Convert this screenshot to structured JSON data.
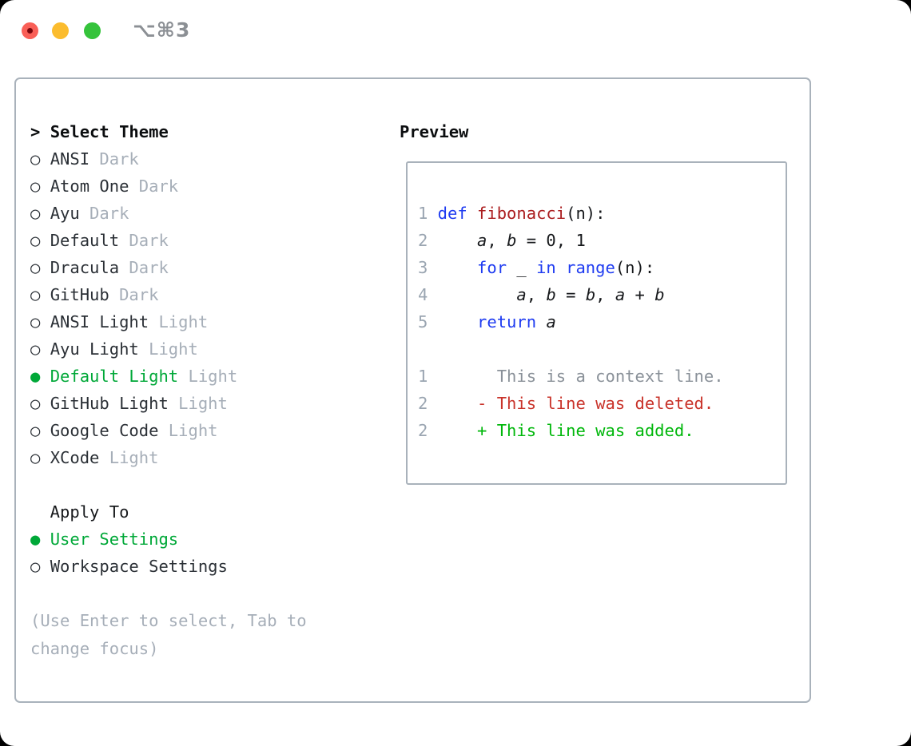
{
  "window": {
    "title_shortcut": "⌥⌘3",
    "traffic_lights": [
      {
        "name": "close-button",
        "color": "#f95f57"
      },
      {
        "name": "minimize-button",
        "color": "#fbbc2e"
      },
      {
        "name": "zoom-button",
        "color": "#35c33b"
      }
    ]
  },
  "colors": {
    "keyword": "#1e3bf1",
    "function": "#ab1d1f",
    "code": "#17191c",
    "context": "#8a9199",
    "deleted": "#c9332a",
    "added": "#00b70b",
    "gutter": "#9aa5b1",
    "selection_green": "#00a838",
    "dim": "#a6aeb8",
    "border": "#a9b2bb"
  },
  "theme_panel": {
    "prompt": ">",
    "title": "Select Theme",
    "radio_unselected": "○",
    "radio_selected": "●",
    "items": [
      {
        "name": "ANSI",
        "tag": "Dark",
        "selected": false
      },
      {
        "name": "Atom One",
        "tag": "Dark",
        "selected": false
      },
      {
        "name": "Ayu",
        "tag": "Dark",
        "selected": false
      },
      {
        "name": "Default",
        "tag": "Dark",
        "selected": false
      },
      {
        "name": "Dracula",
        "tag": "Dark",
        "selected": false
      },
      {
        "name": "GitHub",
        "tag": "Dark",
        "selected": false
      },
      {
        "name": "ANSI Light",
        "tag": "Light",
        "selected": false
      },
      {
        "name": "Ayu Light",
        "tag": "Light",
        "selected": false
      },
      {
        "name": "Default Light",
        "tag": "Light",
        "selected": true
      },
      {
        "name": "GitHub Light",
        "tag": "Light",
        "selected": false
      },
      {
        "name": "Google Code",
        "tag": "Light",
        "selected": false
      },
      {
        "name": "XCode",
        "tag": "Light",
        "selected": false
      }
    ],
    "apply_to": {
      "title": "Apply To",
      "items": [
        {
          "label": "User Settings",
          "selected": true
        },
        {
          "label": "Workspace Settings",
          "selected": false
        }
      ]
    },
    "help_lines": [
      "(Use Enter to select, Tab to",
      "change focus)"
    ]
  },
  "preview": {
    "title": "Preview",
    "lines": [
      {
        "num": "1",
        "segments": [
          {
            "t": "def",
            "c": "keyword"
          },
          {
            "t": " "
          },
          {
            "t": "fibonacci",
            "c": "function"
          },
          {
            "t": "(n):"
          }
        ]
      },
      {
        "num": "2",
        "segments": [
          {
            "t": "    "
          },
          {
            "t": "a",
            "i": true
          },
          {
            "t": ", "
          },
          {
            "t": "b",
            "i": true
          },
          {
            "t": " = 0, 1"
          }
        ]
      },
      {
        "num": "3",
        "segments": [
          {
            "t": "    "
          },
          {
            "t": "for",
            "c": "keyword"
          },
          {
            "t": " _ "
          },
          {
            "t": "in",
            "c": "keyword"
          },
          {
            "t": " "
          },
          {
            "t": "range",
            "c": "keyword"
          },
          {
            "t": "(n):"
          }
        ]
      },
      {
        "num": "4",
        "segments": [
          {
            "t": "        "
          },
          {
            "t": "a",
            "i": true
          },
          {
            "t": ", "
          },
          {
            "t": "b",
            "i": true
          },
          {
            "t": " = "
          },
          {
            "t": "b",
            "i": true
          },
          {
            "t": ", "
          },
          {
            "t": "a",
            "i": true
          },
          {
            "t": " + "
          },
          {
            "t": "b",
            "i": true
          }
        ]
      },
      {
        "num": "5",
        "segments": [
          {
            "t": "    "
          },
          {
            "t": "return",
            "c": "keyword"
          },
          {
            "t": " "
          },
          {
            "t": "a",
            "i": true
          }
        ]
      },
      {
        "num": "",
        "segments": []
      },
      {
        "num": "1",
        "segments": [
          {
            "t": "      This is a context line.",
            "c": "context"
          }
        ]
      },
      {
        "num": "2",
        "segments": [
          {
            "t": "    - This line was deleted.",
            "c": "deleted"
          }
        ]
      },
      {
        "num": "2",
        "segments": [
          {
            "t": "    + This line was added.",
            "c": "added"
          }
        ]
      }
    ]
  }
}
